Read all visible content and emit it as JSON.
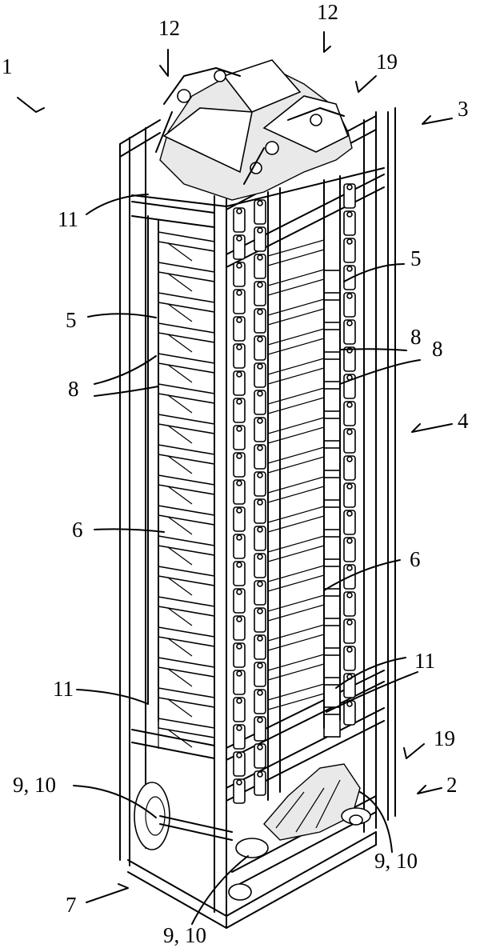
{
  "figure": {
    "labels": {
      "l1": "1",
      "l12a": "12",
      "l12b": "12",
      "l19a": "19",
      "l3": "3",
      "l11a": "11",
      "l5a": "5",
      "l5b": "5",
      "l8a": "8",
      "l8b": "8",
      "l8c": "8",
      "l4": "4",
      "l6a": "6",
      "l6b": "6",
      "l11b": "11",
      "l11c": "11",
      "l19b": "19",
      "l2": "2",
      "l910a": "9, 10",
      "l910b": "9, 10",
      "l910c": "9, 10",
      "l7": "7"
    }
  }
}
